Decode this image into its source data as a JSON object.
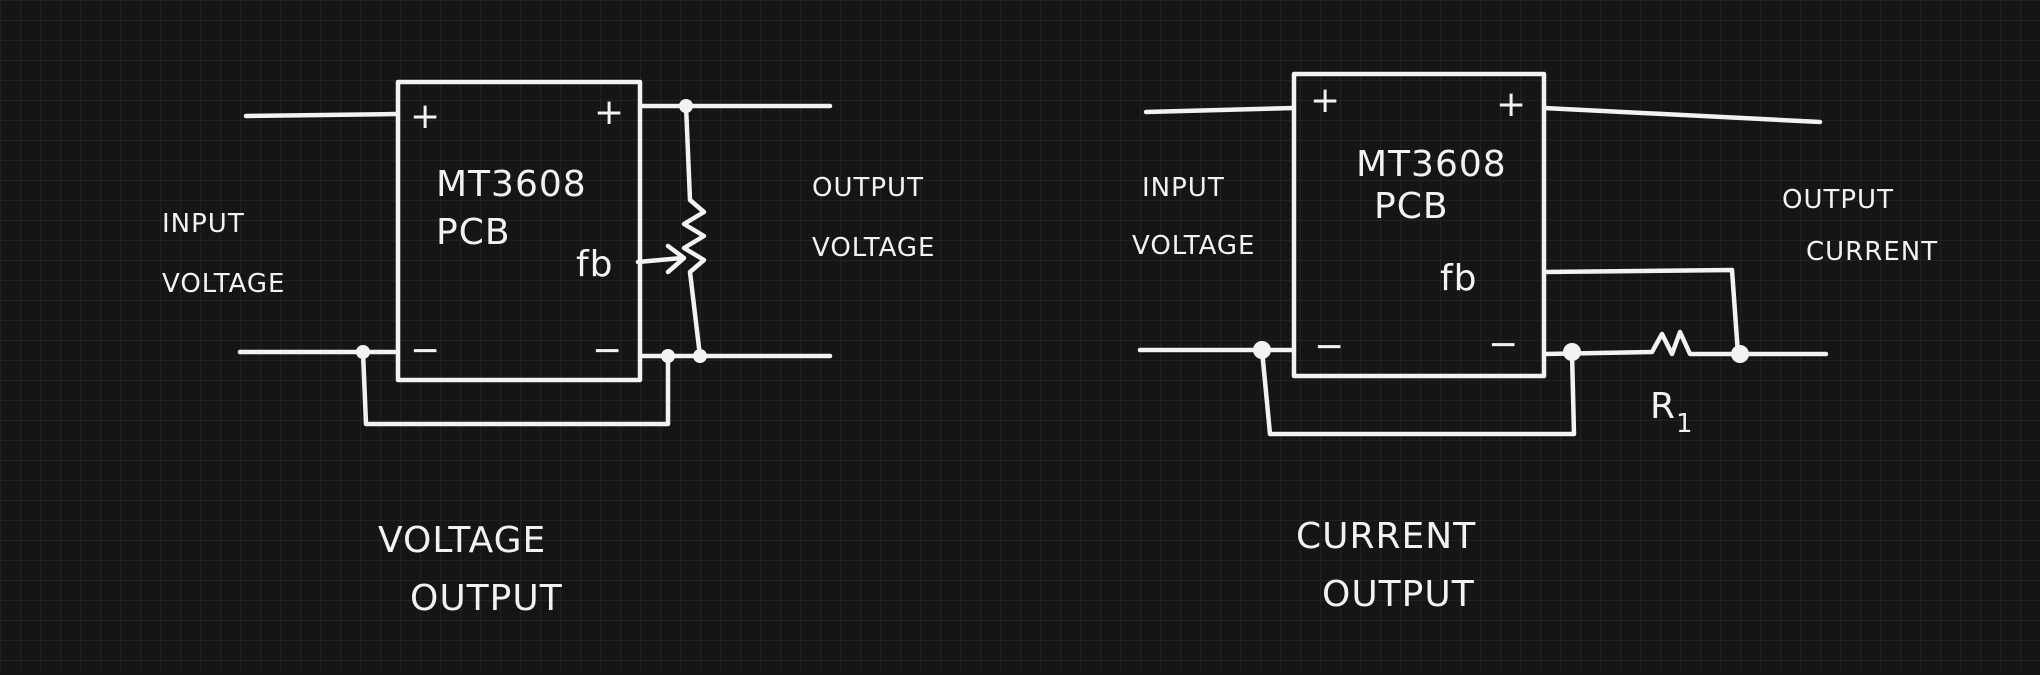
{
  "colors": {
    "background": "#151515",
    "grid": "#2a2a2a",
    "ink": "#f2f2f2"
  },
  "left_circuit": {
    "board_line1": "MT3608",
    "board_line2": "PCB",
    "pin_in_plus": "+",
    "pin_out_plus": "+",
    "pin_in_minus": "−",
    "pin_out_minus": "−",
    "pin_fb": "fb",
    "input_line1": "INPUT",
    "input_line2": "VOLTAGE",
    "output_line1": "OUTPUT",
    "output_line2": "VOLTAGE",
    "caption_line1": "VOLTAGE",
    "caption_line2": "OUTPUT"
  },
  "right_circuit": {
    "board_line1": "MT3608",
    "board_line2": "PCB",
    "pin_in_plus": "+",
    "pin_out_plus": "+",
    "pin_in_minus": "−",
    "pin_out_minus": "−",
    "pin_fb": "fb",
    "input_line1": "INPUT",
    "input_line2": "VOLTAGE",
    "output_line1": "OUTPUT",
    "output_line2": "CURRENT",
    "resistor_label": "R",
    "resistor_subscript": "1",
    "caption_line1": "CURRENT",
    "caption_line2": "OUTPUT"
  }
}
